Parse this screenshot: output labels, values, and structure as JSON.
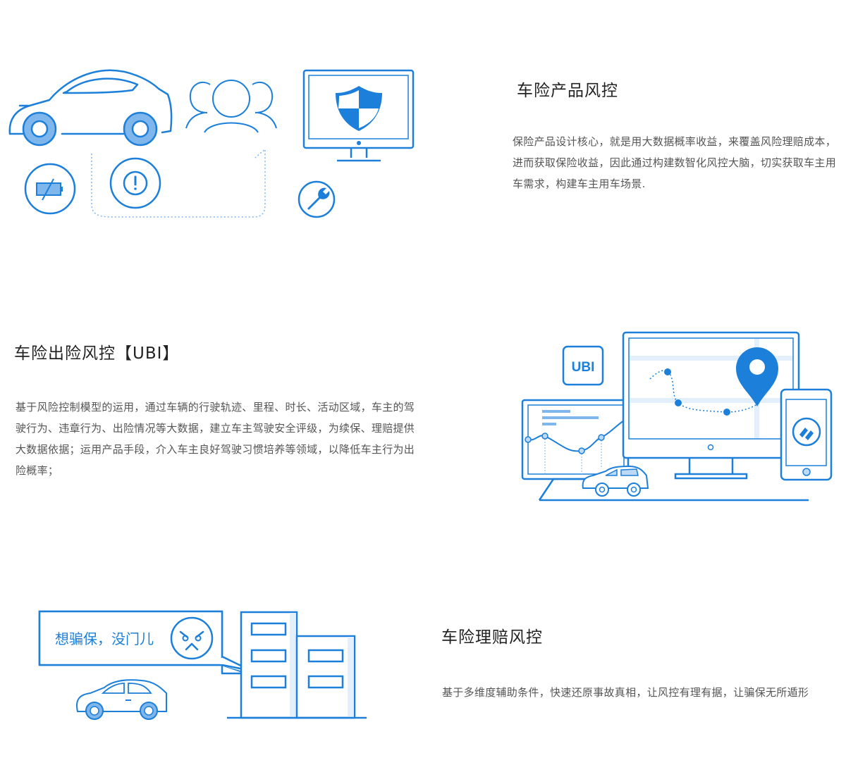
{
  "sections": [
    {
      "title": "车险产品风控",
      "description": "保险产品设计核心，就是用大数据概率收益，来覆盖风险理赔成本，进而获取保险收益，因此通过构建数智化风控大脑，切实获取车主用车需求，构建车主用车场景."
    },
    {
      "title": "车险出险风控【UBI】",
      "description": "基于风险控制模型的运用，通过车辆的行驶轨迹、里程、时长、活动区域，车主的驾驶行为、违章行为、出险情况等大数据，建立车主驾驶安全评级，为续保、理赔提供大数据依据；运用产品手段，介入车主良好驾驶习惯培养等领域，以降低车主行为出险概率；"
    },
    {
      "title": "车险理赔风控",
      "description": "基于多维度辅助条件，快速还原事故真相，让风控有理有据，让骗保无所遁形"
    }
  ],
  "illustrations": {
    "ubi_badge": "UBI",
    "fraud_bubble": "想骗保，没门儿"
  },
  "colors": {
    "primary": "#1c7fd9",
    "fill_light": "#7fb7ec",
    "fill_pale": "#e3f0fb"
  },
  "icons": [
    "car-icon",
    "people-icon",
    "shield-monitor-icon",
    "battery-icon",
    "warning-icon",
    "wrench-icon",
    "ubi-badge-icon",
    "location-pin-icon",
    "phone-icon",
    "building-icon",
    "angry-face-icon"
  ]
}
